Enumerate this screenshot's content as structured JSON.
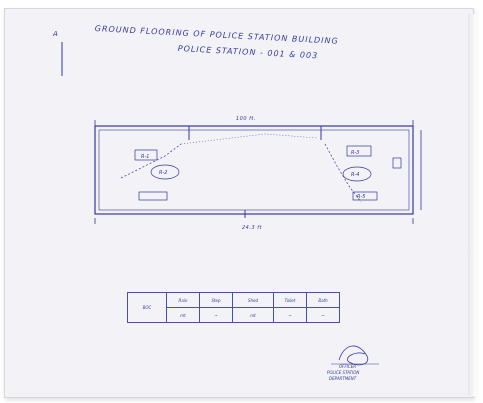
{
  "document": {
    "title_prefix": "A",
    "title_line1": "GROUND FLOORING OF POLICE STATION BUILDING",
    "title_line2": "POLICE STATION - 001 & 003"
  },
  "plan": {
    "top_dimension": "100 ft.",
    "bottom_dimension": "24.3 ft",
    "room_labels": [
      "R-1",
      "R-2",
      "R-3",
      "R-4",
      "R-5"
    ]
  },
  "legend": {
    "headers": [
      "BOC",
      "Rain",
      "Step",
      "Shed",
      "Toilet",
      "Bath"
    ],
    "values": [
      "mt",
      "~",
      "mt",
      "~",
      "~"
    ]
  },
  "stamp": {
    "line1": "OFFICER",
    "line2": "POLICE STATION",
    "line3": "DEPARTMENT"
  },
  "colors": {
    "ink": "#3438a0",
    "paper": "#f2f2f7"
  }
}
